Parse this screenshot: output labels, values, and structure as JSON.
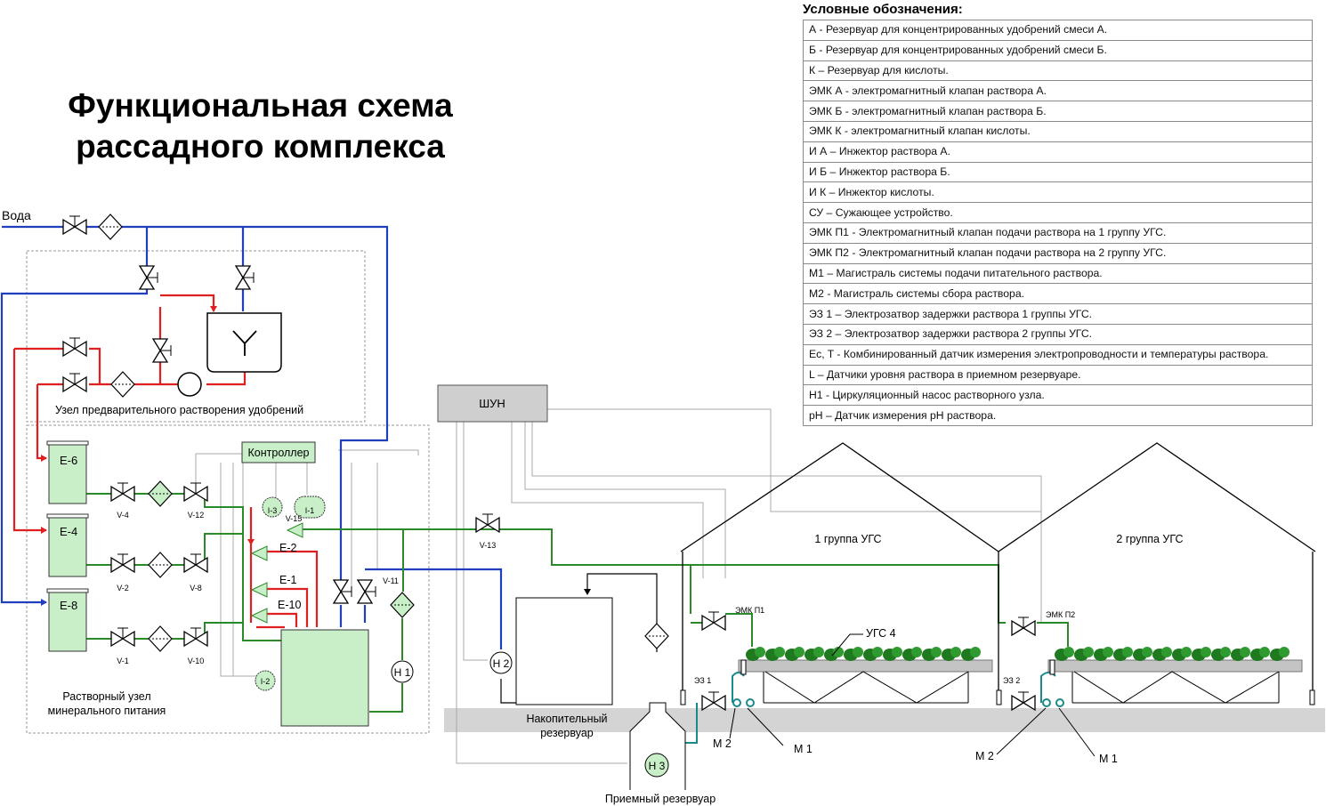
{
  "title": {
    "line1": "Функциональная схема",
    "line2": "рассадного комплекса"
  },
  "legend": {
    "title": "Условные обозначения:",
    "items": [
      "А - Резервуар для концентрированных удобрений смеси А.",
      "Б - Резервуар для концентрированных удобрений смеси Б.",
      "К – Резервуар для кислоты.",
      "ЭМК А - электромагнитный клапан раствора А.",
      "ЭМК Б - электромагнитный клапан раствора Б.",
      "ЭМК К - электромагнитный клапан кислоты.",
      "И А – Инжектор раствора А.",
      "И Б – Инжектор раствора Б.",
      "И К – Инжектор кислоты.",
      "СУ – Сужающее устройство.",
      "ЭМК П1 - Электромагнитный клапан подачи раствора на 1 группу УГС.",
      "ЭМК П2 - Электромагнитный клапан подачи раствора на 2 группу УГС.",
      "М1 – Магистраль системы подачи питательного раствора.",
      "М2 - Магистраль системы сбора раствора.",
      "ЭЗ 1 – Электрозатвор задержки раствора 1 группы УГС.",
      "ЭЗ 2 – Электрозатвор задержки раствора 2 группы УГС.",
      "Ec, T - Комбинированный датчик измерения электропроводности и температуры раствора.",
      "L – Датчики уровня раствора в приемном резервуаре.",
      "Н1 - Циркуляционный насос растворного узла.",
      "pH – Датчик измерения pH раствора."
    ]
  },
  "labels": {
    "water": "Вода",
    "prep_unit": "Узел предварительного растворения удобрений",
    "solution_unit_1": "Растворный узел",
    "solution_unit_2": "минерального питания",
    "controller": "Контроллер",
    "shun": "ШУН",
    "tank_e6": "Е-6",
    "tank_e4": "Е-4",
    "tank_e8": "Е-8",
    "v4": "V-4",
    "v12": "V-12",
    "v2": "V-2",
    "v8": "V-8",
    "v1": "V-1",
    "v10": "V-10",
    "v15": "V-15",
    "v11": "V-11",
    "v13": "V-13",
    "i3": "I-3",
    "i1": "I-1",
    "i2": "I-2",
    "e2": "Е-2",
    "e1": "Е-1",
    "e10": "Е-10",
    "h1": "Н 1",
    "h2": "Н 2",
    "h3": "Н 3",
    "storage_1": "Накопительный",
    "storage_2": "резервуар",
    "receiving": "Приемный резервуар",
    "group1": "1 группа УГС",
    "group2": "2 группа УГС",
    "emk_p1": "ЭМК П1",
    "emk_p2": "ЭМК П2",
    "ugs4": "УГС 4",
    "ez1": "ЭЗ 1",
    "ez2": "ЭЗ 2",
    "m2_a": "М 2",
    "m1_a": "М 1",
    "m2_b": "М 2",
    "m1_b": "М 1"
  },
  "colors": {
    "water": "#1f3fbf",
    "concentrate": "#e02020",
    "solution": "#2a8a2a",
    "signal": "#a0a0a0",
    "tank_fill": "#c8efc8",
    "plant": "#1f7a1f",
    "drain": "#1a8a8a"
  }
}
